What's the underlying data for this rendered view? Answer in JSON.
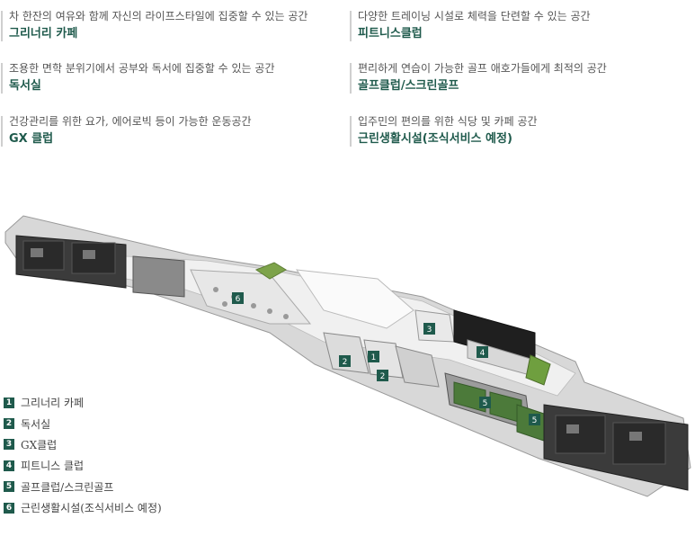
{
  "features": [
    {
      "desc": "차 한잔의 여유와 함께 자신의 라이프스타일에 집중할 수 있는 공간",
      "title": "그리너리 카페"
    },
    {
      "desc": "다양한 트레이닝 시설로 체력을 단련할 수 있는 공간",
      "title": "피트니스클럽"
    },
    {
      "desc": "조용한 면학 분위기에서 공부와 독서에 집중할 수 있는 공간",
      "title": "독서실"
    },
    {
      "desc": "편리하게 연습이 가능한 골프 애호가들에게 최적의 공간",
      "title": "골프클럽/스크린골프"
    },
    {
      "desc": "건강관리를 위한 요가, 에어로빅 등이 가능한 운동공간",
      "title": "GX 클럽"
    },
    {
      "desc": "입주민의 편의를 위한 식당 및 카페 공간",
      "title": "근린생활시설(조식서비스 예정)"
    }
  ],
  "legend": [
    {
      "num": "1",
      "label": "그리너리 카페"
    },
    {
      "num": "2",
      "label": "독서실"
    },
    {
      "num": "3",
      "label": "GX클럽"
    },
    {
      "num": "4",
      "label": "피트니스 클럽"
    },
    {
      "num": "5",
      "label": "골프클럽/스크린골프"
    },
    {
      "num": "6",
      "label": "근린생활시설(조식서비스 예정)"
    }
  ],
  "markers": [
    "6",
    "2",
    "1",
    "2",
    "3",
    "4",
    "5",
    "5"
  ],
  "colors": {
    "accent": "#1f5a4c",
    "desc": "#555555",
    "bar": "#cfcfcf"
  }
}
